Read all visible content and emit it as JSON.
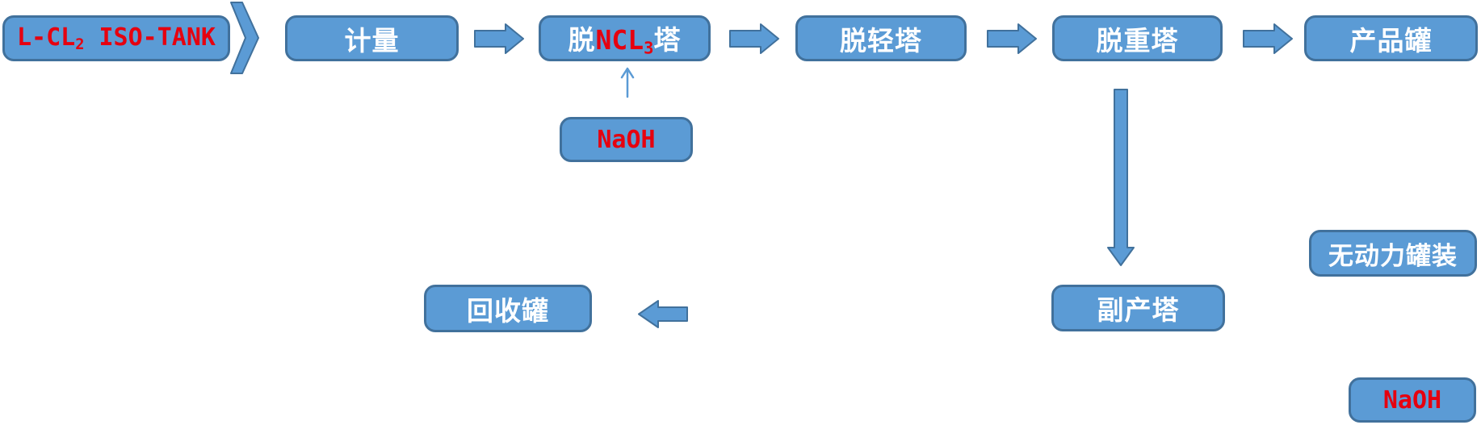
{
  "nodes": {
    "iso_tank": {
      "pre": "L-CL",
      "sub": "2",
      "post": " ISO-TANK"
    },
    "metering": {
      "label": "计量"
    },
    "dencl3_tower": {
      "pre": "脱",
      "red": "NCL",
      "red_sub": "3",
      "post": "塔"
    },
    "delight_tower": {
      "label": "脱轻塔"
    },
    "deheavy_tower": {
      "label": "脱重塔"
    },
    "product_tank": {
      "label": "产品罐"
    },
    "naoh_feed": {
      "label": "NaOH"
    },
    "recovery_tank": {
      "label": "回收罐"
    },
    "byproduct_tower": {
      "label": "副产塔"
    },
    "gravity_filling": {
      "label": "无动力罐装"
    },
    "naoh_bottom": {
      "label": "NaOH"
    }
  },
  "colors": {
    "box_fill": "#5b9bd5",
    "box_border": "#41719c",
    "arrow_fill": "#5b9bd5",
    "arrow_border": "#41719c",
    "label_white": "#ffffff",
    "label_red": "#e6000f",
    "canvas_bg": "#ffffff"
  }
}
